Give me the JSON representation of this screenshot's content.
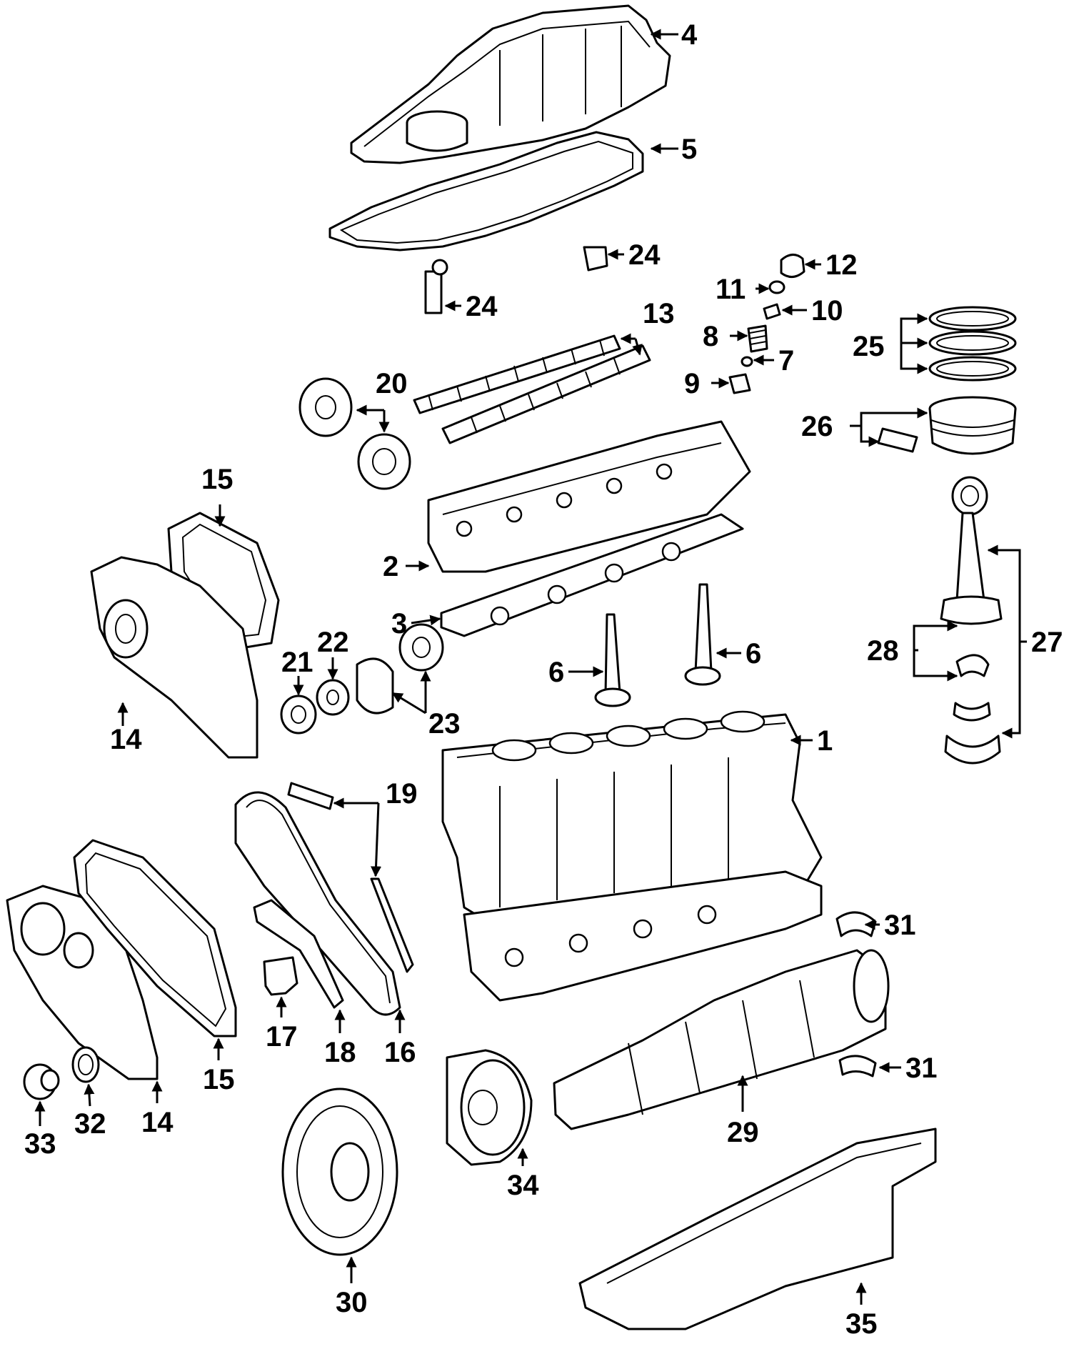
{
  "diagram": {
    "line_color": "#000000",
    "background_color": "#ffffff",
    "callouts": {
      "c1": "1",
      "c2": "2",
      "c3": "3",
      "c4": "4",
      "c5": "5",
      "c6a": "6",
      "c6b": "6",
      "c7": "7",
      "c8": "8",
      "c9": "9",
      "c10": "10",
      "c11": "11",
      "c12": "12",
      "c13": "13",
      "c14a": "14",
      "c14b": "14",
      "c15a": "15",
      "c15b": "15",
      "c16": "16",
      "c17": "17",
      "c18": "18",
      "c19": "19",
      "c20": "20",
      "c21": "21",
      "c22": "22",
      "c23": "23",
      "c24a": "24",
      "c24b": "24",
      "c25": "25",
      "c26": "26",
      "c27": "27",
      "c28": "28",
      "c29": "29",
      "c30": "30",
      "c31a": "31",
      "c31b": "31",
      "c32": "32",
      "c33": "33",
      "c34": "34",
      "c35": "35"
    }
  }
}
